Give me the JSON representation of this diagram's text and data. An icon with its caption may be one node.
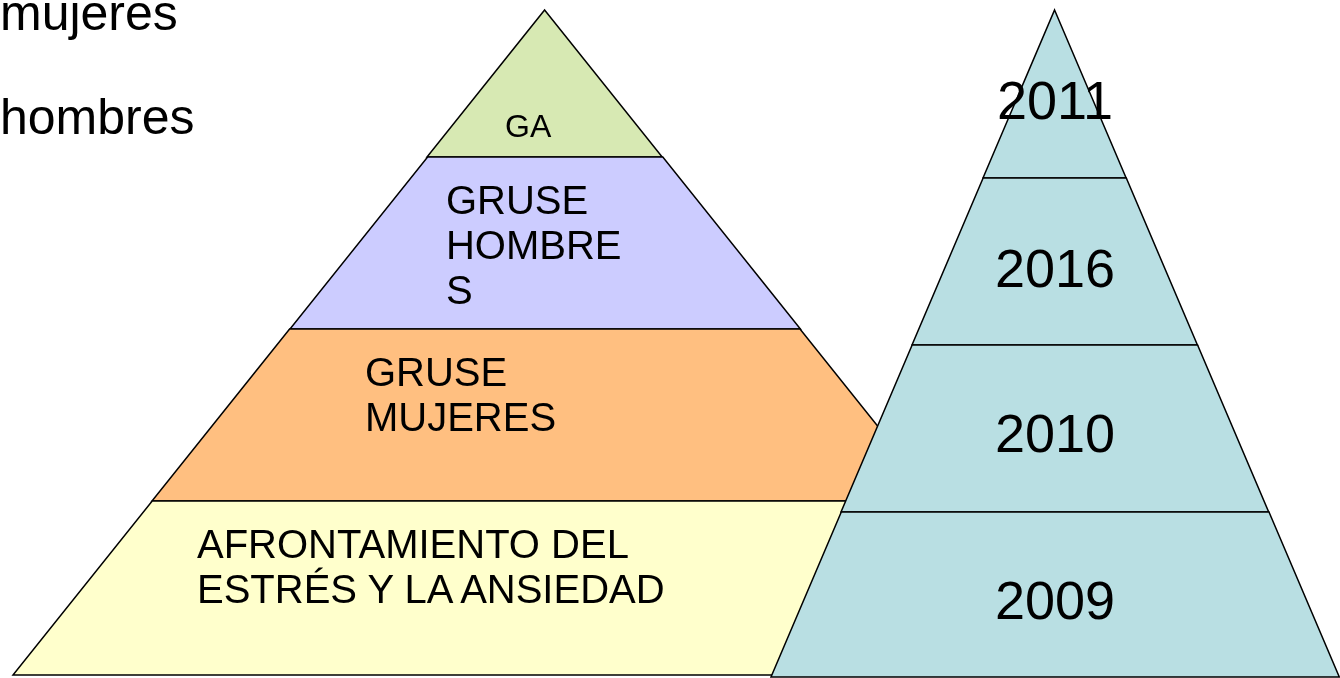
{
  "diagram": {
    "nodes": [
      {
        "text": [
          "GA"
        ]
      },
      {
        "text": [
          "GRUSE HOMBRES"
        ]
      },
      {
        "text": [
          "GRUSE MUJERES"
        ]
      },
      {
        "text": [
          "AFRONTAMIENTO DEL ESTRÉS Y LA ANSIEDAD"
        ]
      },
      {
        "text": [
          "2011"
        ]
      },
      {
        "text": [
          "2016"
        ]
      },
      {
        "text": [
          "2010"
        ]
      },
      {
        "text": [
          "2009"
        ]
      }
    ],
    "labels": [
      "mujeres",
      "hombres"
    ]
  }
}
